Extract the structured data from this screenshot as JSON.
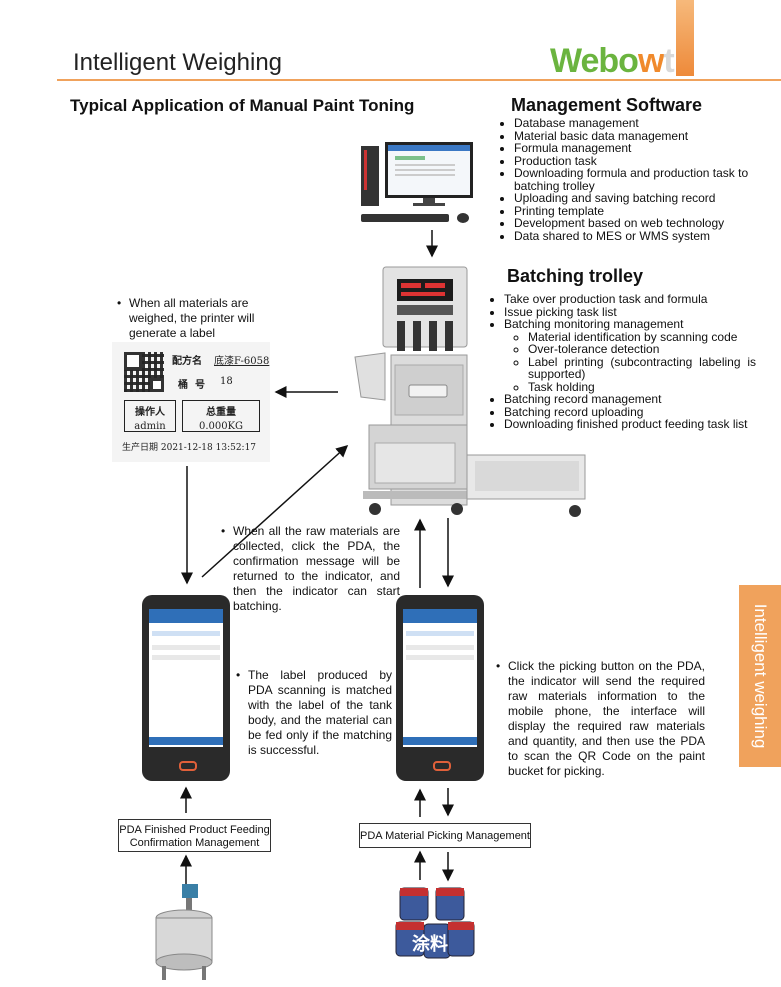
{
  "header": {
    "title": "Intelligent Weighing",
    "logo_part1": "Webo",
    "logo_part2": "w",
    "logo_part3": "t"
  },
  "left_heading": "Typical Application of Manual Paint Toning",
  "management": {
    "title": "Management Software",
    "items": [
      "Database management",
      "Material basic data management",
      "Formula management",
      "Production task",
      "Downloading formula and production task to batching trolley",
      "Uploading and saving batching record",
      "Printing template",
      "Development based on web technology",
      "Data shared to MES or WMS system"
    ]
  },
  "trolley": {
    "title": "Batching trolley",
    "items": [
      "Take over production task and formula",
      "Issue picking task list",
      "Batching monitoring management",
      "Batching record management",
      "Batching record uploading",
      "Downloading finished product feeding task list"
    ],
    "subitems": [
      "Material identification by scanning code",
      "Over-tolerance detection",
      "Label printing (subcontracting labeling is supported)",
      "Task holding"
    ]
  },
  "notes": {
    "printer": "When all materials are weighed, the printer will generate a label",
    "collected": "When all the raw materials are collected, click the PDA, the confirmation message will be returned to the indicator, and then the indicator can start batching.",
    "label_match": "The label produced by PDA scanning is matched with the label of the tank body, and the material can be fed only if the matching is successful.",
    "picking": "Click the picking button on the PDA, the indicator will send the required raw materials information to the mobile phone, the interface will display the required raw materials and quantity, and then use the PDA to scan the QR Code on the paint bucket for picking."
  },
  "label": {
    "formula_key": "配方名",
    "formula_val": "底漆F-6058",
    "code_key": "桶  号",
    "code_val": "18",
    "operator_key": "操作人",
    "weight_key": "总重量",
    "operator_val": "admin",
    "weight_val": "0.000KG",
    "date": "生产日期 2021-12-18 13:52:17"
  },
  "boxes": {
    "feeding": "PDA Finished Product Feeding Confirmation Management",
    "picking": "PDA Material Picking Management"
  },
  "paint_label": "涂料",
  "side_tab": "Intelligent weighing",
  "colors": {
    "accent": "#f0a25c",
    "logo_green": "#6bb43f",
    "logo_orange": "#f08a2c"
  }
}
